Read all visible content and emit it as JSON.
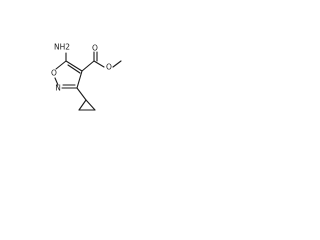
{
  "structure": {
    "atoms": {
      "amine": "NH2",
      "ring_oxygen": "O",
      "ring_nitrogen": "N",
      "carbonyl_oxygen": "O",
      "ester_oxygen": "O"
    }
  }
}
